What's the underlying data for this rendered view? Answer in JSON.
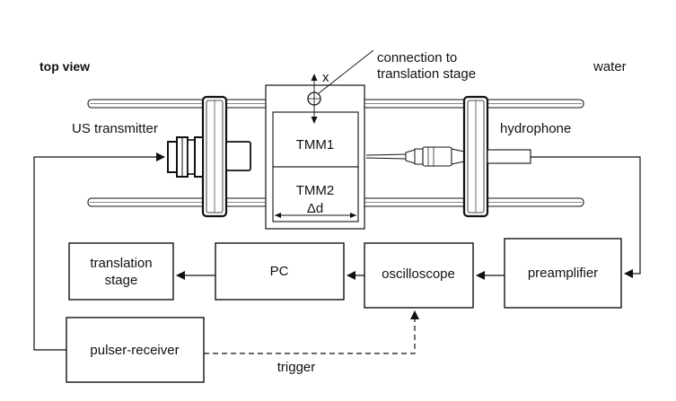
{
  "view_label": "top view",
  "medium_label": "water",
  "transmitter_label": "US transmitter",
  "hydrophone_label": "hydrophone",
  "axis_label": "x",
  "connection_label_line1": "connection to",
  "connection_label_line2": "translation stage",
  "sample_top_label": "TMM1",
  "sample_bottom_label": "TMM2",
  "thickness_label": "Δd",
  "boxes": {
    "translation_stage_line1": "translation",
    "translation_stage_line2": "stage",
    "pc": "PC",
    "oscilloscope": "oscilloscope",
    "preamplifier": "preamplifier",
    "pulser_receiver": "pulser-receiver"
  },
  "trigger_label": "trigger"
}
